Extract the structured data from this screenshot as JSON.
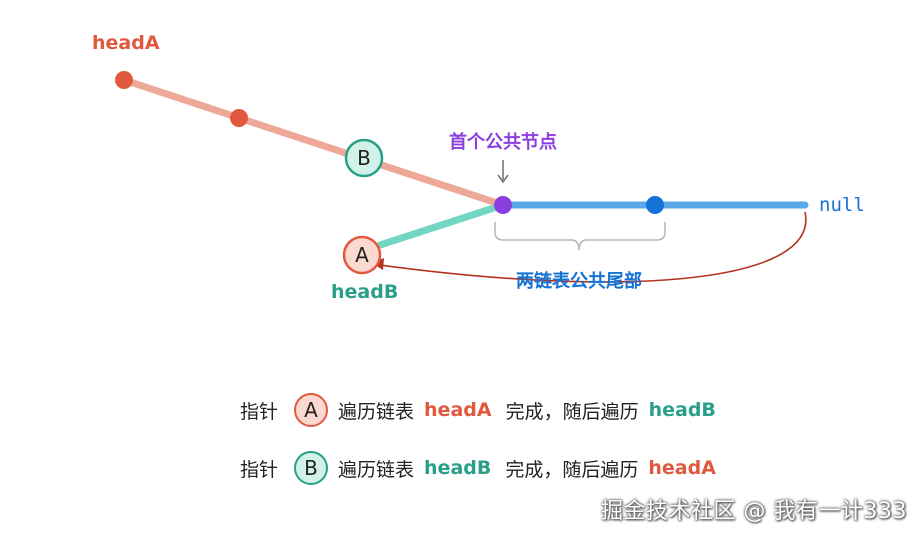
{
  "labels": {
    "head_a": "headA",
    "head_b": "headB",
    "null": "null",
    "first_common": "首个公共节点",
    "common_tail": "两链表公共尾部",
    "node_a": "A",
    "node_b": "B"
  },
  "captions": [
    {
      "prefix": "指针",
      "badge": "A",
      "verb": "遍历链表",
      "list1": "headA",
      "middle": "完成，随后遍历",
      "list2": "headB"
    },
    {
      "prefix": "指针",
      "badge": "B",
      "verb": "遍历链表",
      "list1": "headB",
      "middle": "完成，随后遍历",
      "list2": "headA"
    }
  ],
  "watermark": "掘金技术社区 @ 我有一计333",
  "colors": {
    "list_a": "#e0593e",
    "list_a_line": "#eea897",
    "list_b": "#2a9f88",
    "list_b_line": "#72d6c2",
    "common": "#1572d6",
    "common_line": "#5aa7ea",
    "first_common": "#8b3fe0",
    "arrow": "#b5331f"
  }
}
